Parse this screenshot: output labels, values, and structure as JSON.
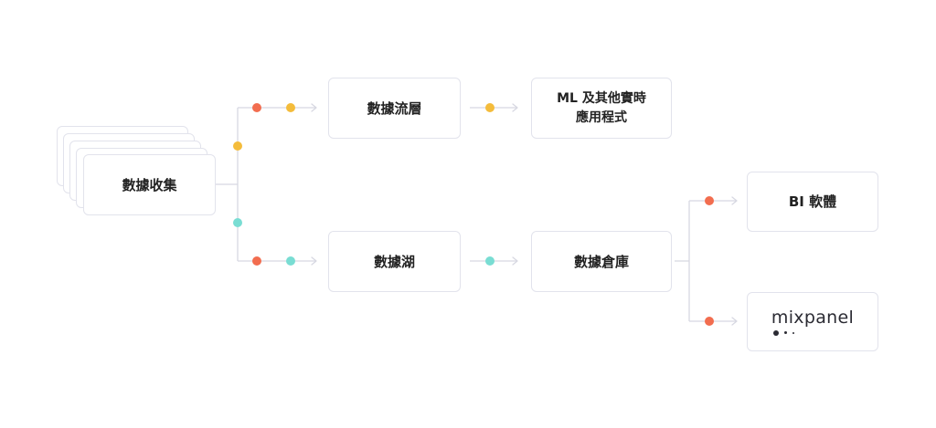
{
  "nodes": {
    "collection": "數據收集",
    "stream": "數據流層",
    "ml_apps_line1": "ML 及其他實時",
    "ml_apps_line2": "應用程式",
    "lake": "數據湖",
    "warehouse": "數據倉庫",
    "bi": "BI 軟體",
    "mixpanel": "mixpanel"
  },
  "connections": [
    {
      "from": "數據收集",
      "to": "數據流層"
    },
    {
      "from": "數據流層",
      "to": "ML 及其他實時 應用程式"
    },
    {
      "from": "數據收集",
      "to": "數據湖"
    },
    {
      "from": "數據湖",
      "to": "數據倉庫"
    },
    {
      "from": "數據倉庫",
      "to": "BI 軟體"
    },
    {
      "from": "數據倉庫",
      "to": "mixpanel"
    }
  ],
  "colors": {
    "orange_dot": "#f26d4f",
    "yellow_dot": "#f4bc3b",
    "teal_dot": "#79ddd3",
    "line": "#d7d8e2",
    "border": "#e2e3ec",
    "text": "#222222"
  }
}
